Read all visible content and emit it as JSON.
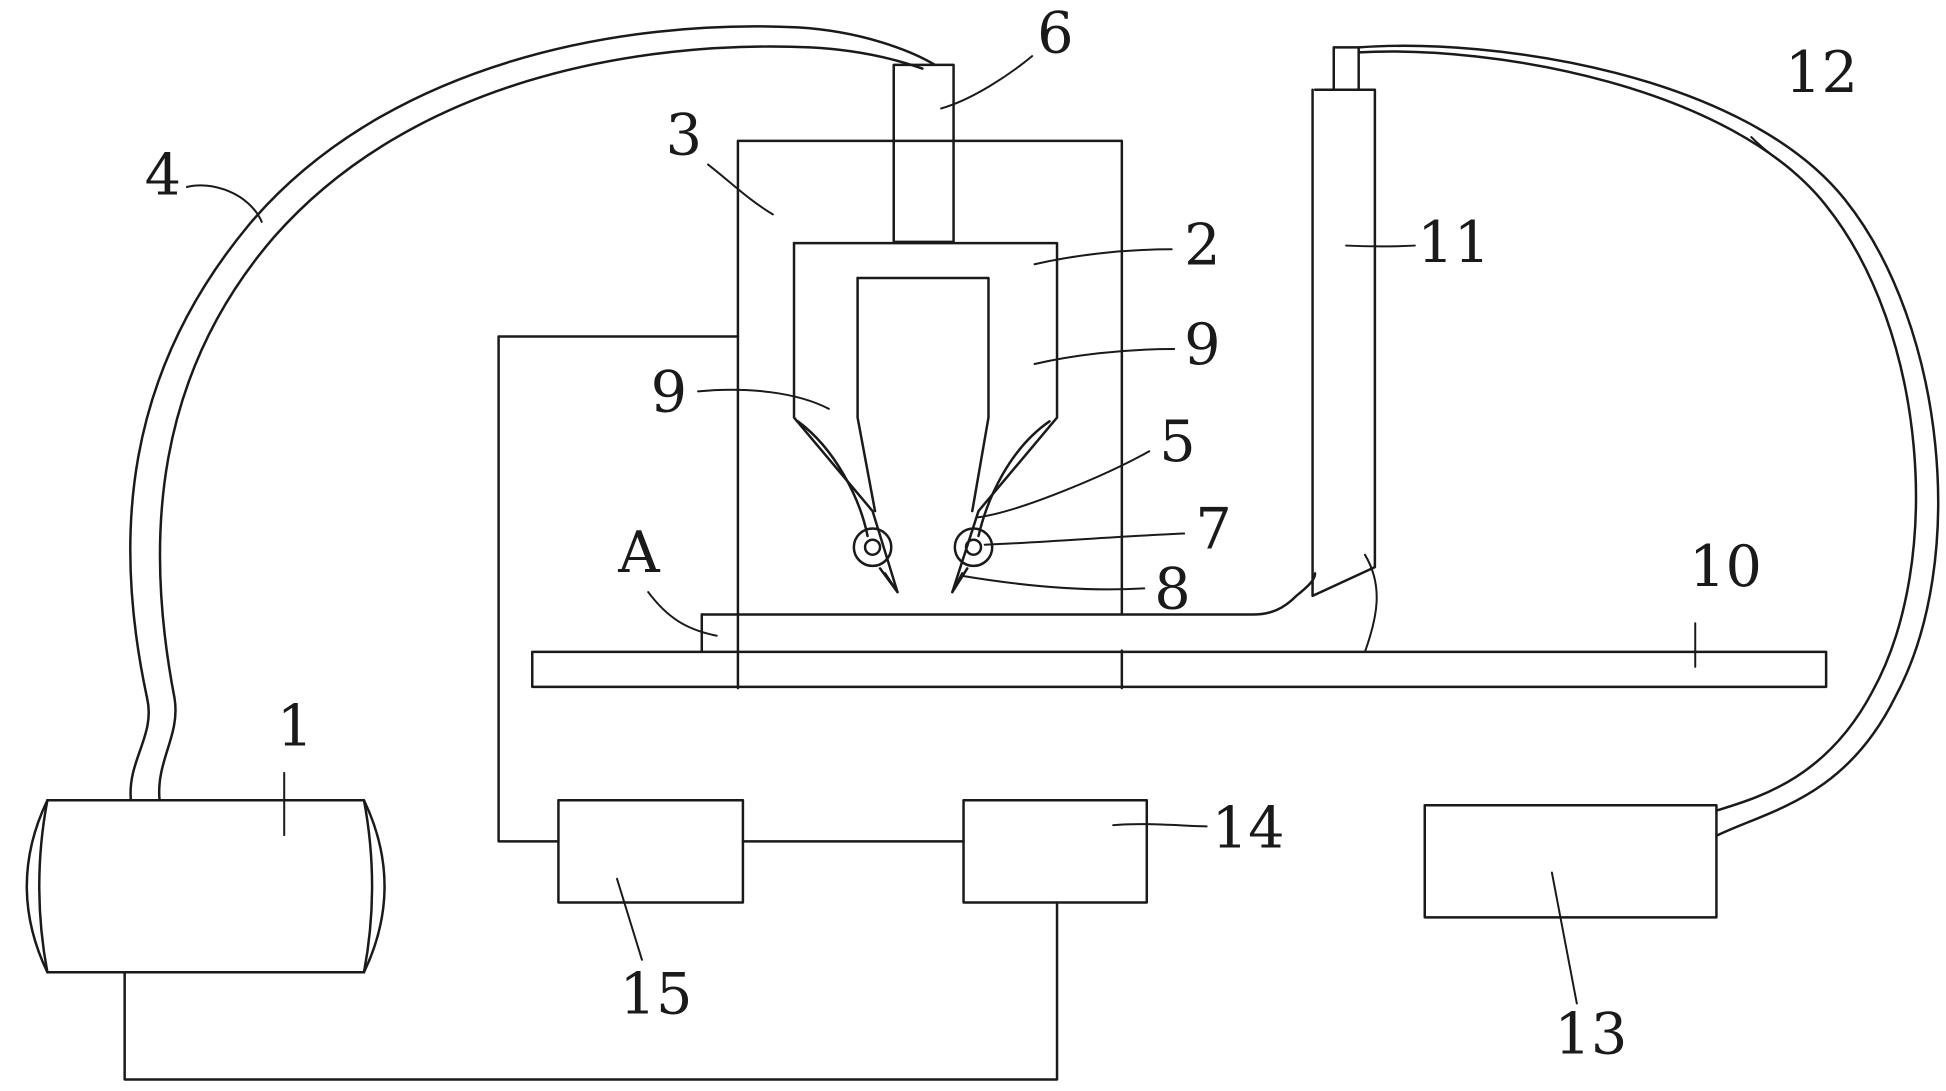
{
  "diagram": {
    "labels": {
      "l1": "1",
      "l2": "2",
      "l3": "3",
      "l4": "4",
      "l5": "5",
      "l6": "6",
      "l7": "7",
      "l8": "8",
      "l9a": "9",
      "l9b": "9",
      "l10": "10",
      "l11": "11",
      "l12": "12",
      "l13": "13",
      "l14": "14",
      "l15": "15",
      "lA": "A"
    },
    "colors": {
      "stroke": "#1a1a1a",
      "background": "#ffffff"
    }
  }
}
